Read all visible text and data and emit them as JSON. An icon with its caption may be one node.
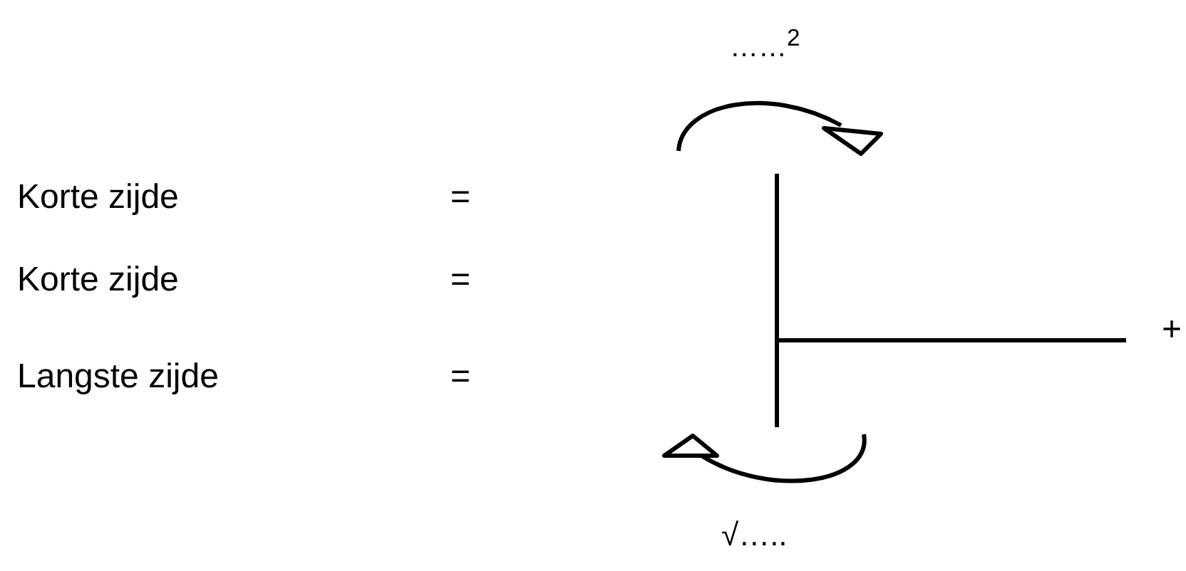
{
  "diagram": {
    "labels": [
      "……$^{2}$",
      "Korte zijde",
      "=",
      "Korte zijde",
      "=",
      "Langste zijde",
      "=",
      "+",
      "√….."
    ]
  }
}
